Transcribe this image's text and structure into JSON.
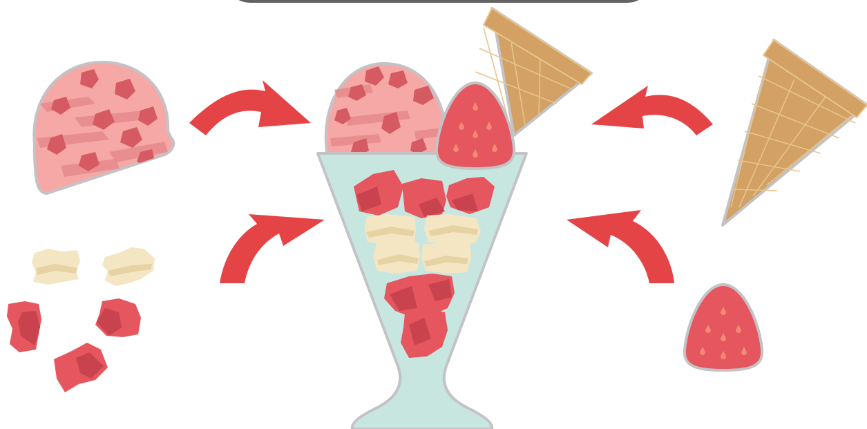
{
  "scene": {
    "palette": {
      "background": "#ffffff",
      "outline": "#c3c3c6",
      "ice_cream": "#f6a8a6",
      "ice_cream_chunk": "#d65a62",
      "ice_cream_streak": "#e58a8c",
      "strawberry": "#e5565f",
      "strawberry_seed": "#f58a74",
      "strawberry_dark": "#c8434d",
      "banana": "#f5e6c3",
      "banana_dark": "#e6d2a2",
      "cone": "#d2a163",
      "cone_line": "#e8c48f",
      "glass": "#c8e6e0",
      "arrow": "#e54446",
      "top_bar": "#636363"
    },
    "ingredients": [
      {
        "name": "ice-cream-scoop",
        "icon": "ice-cream-scoop-icon"
      },
      {
        "name": "banana-and-strawberry-pieces",
        "icon": "fruit-pieces-icon"
      },
      {
        "name": "waffle-cone",
        "icon": "waffle-cone-icon"
      },
      {
        "name": "strawberry",
        "icon": "strawberry-icon"
      }
    ],
    "result": {
      "name": "strawberry-parfait",
      "icon": "parfait-glass-icon"
    }
  }
}
